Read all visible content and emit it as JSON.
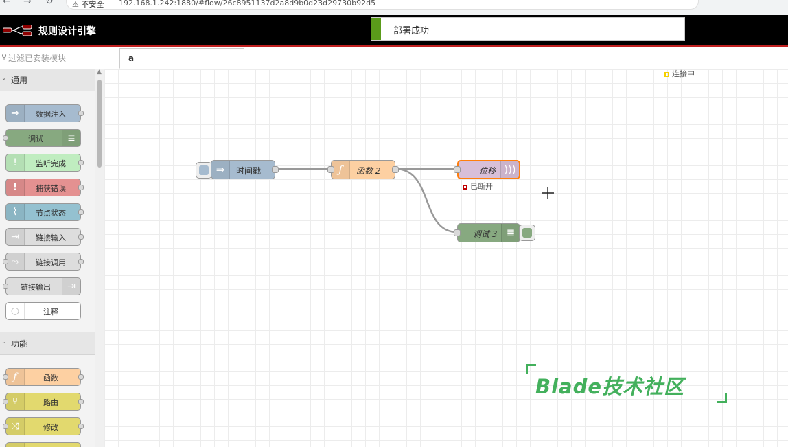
{
  "browser": {
    "security_label": "不安全",
    "url": "192.168.1.242:1880/#flow/26c8951137d2a8d9b0d23d29730b92d5"
  },
  "header": {
    "title": "规则设计引擎",
    "toast_message": "部署成功"
  },
  "palette": {
    "filter_placeholder": "过滤已安装模块",
    "categories": [
      {
        "label": "通用",
        "nodes": [
          {
            "label": "数据注入",
            "icon": "inject-arrow-icon",
            "color": "#a6bbcf"
          },
          {
            "label": "调试",
            "icon": "debug-list-icon",
            "color": "#87a980"
          },
          {
            "label": "监听完成",
            "icon": "complete-exclaim-icon",
            "color": "#c0edc0"
          },
          {
            "label": "捕获错误",
            "icon": "catch-exclaim-icon",
            "color": "#e49191"
          },
          {
            "label": "节点状态",
            "icon": "status-pulse-icon",
            "color": "#94c1d0"
          },
          {
            "label": "链接输入",
            "icon": "link-in-icon",
            "color": "#dddddd"
          },
          {
            "label": "链接调用",
            "icon": "link-call-icon",
            "color": "#dddddd"
          },
          {
            "label": "链接输出",
            "icon": "link-out-icon",
            "color": "#dddddd"
          },
          {
            "label": "注释",
            "icon": "comment-icon",
            "color": "#ffffff"
          }
        ]
      },
      {
        "label": "功能",
        "nodes": [
          {
            "label": "函数",
            "icon": "function-icon",
            "color": "#fdd0a2"
          },
          {
            "label": "路由",
            "icon": "switch-icon",
            "color": "#e2d96e"
          },
          {
            "label": "修改",
            "icon": "change-icon",
            "color": "#e2d96e"
          }
        ]
      }
    ]
  },
  "workspace": {
    "tab_label": "a",
    "connection_status": "连接中"
  },
  "flow": {
    "nodes": [
      {
        "label": "时间戳",
        "type": "inject",
        "color": "#a6bbcf"
      },
      {
        "label": "函数 2",
        "type": "function",
        "color": "#fdd0a2"
      },
      {
        "label": "位移",
        "type": "output",
        "color": "#d8bfd8",
        "status": "已断开",
        "status_color": "#c00000"
      },
      {
        "label": "调试 3",
        "type": "debug",
        "color": "#87a980"
      }
    ]
  },
  "watermark": {
    "text": "Blade技术社区",
    "color": "#43b05c"
  },
  "colors": {
    "header_bg": "#000000",
    "header_accent": "#c02020",
    "toast_bar": "#5a9b1a",
    "connecting_indicator": "#f5d000"
  }
}
